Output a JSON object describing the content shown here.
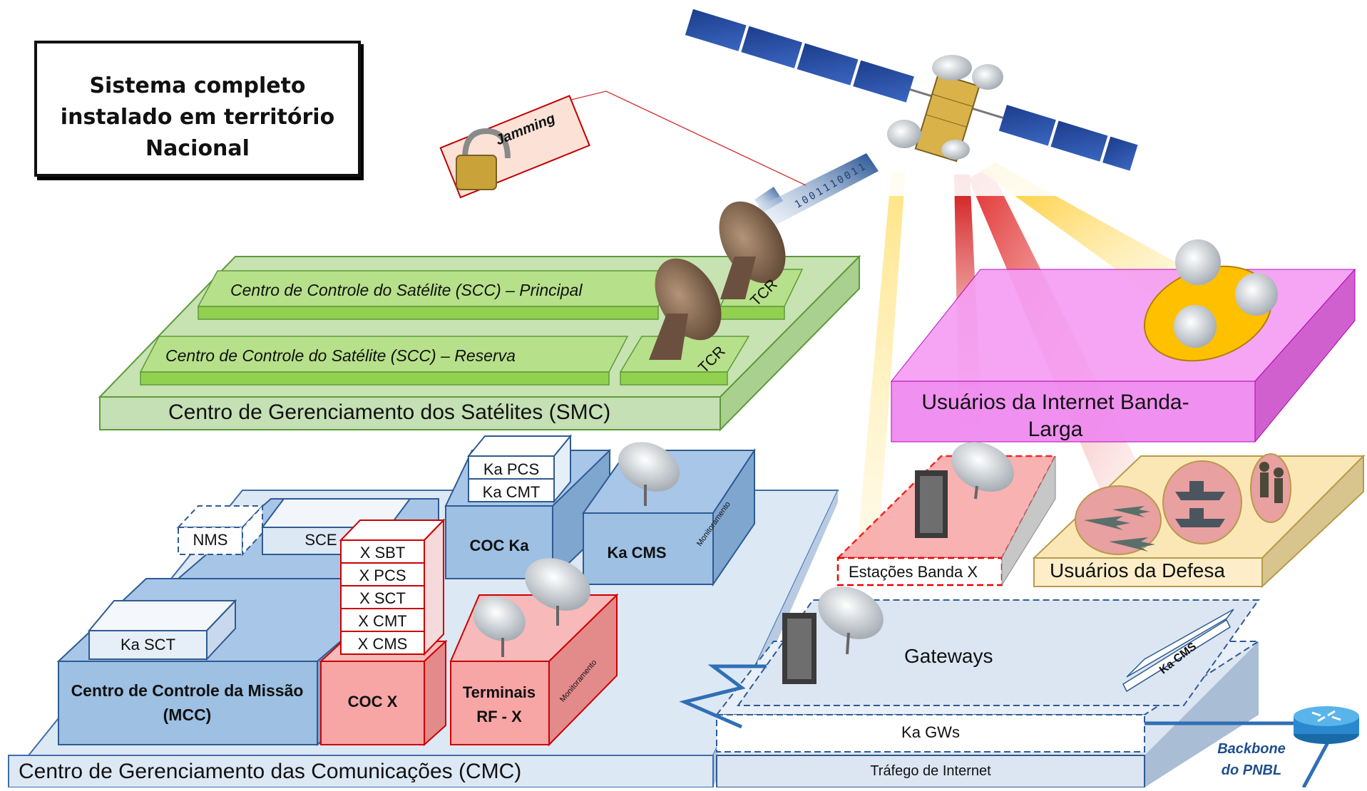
{
  "title": "Sistema completo\ninstalado em território\nNacional",
  "jamming": "Jamming",
  "bits": "1001110011",
  "smc": {
    "label": "Centro de Gerenciamento dos Satélites (SMC)",
    "scc_principal": "Centro de Controle do Satélite (SCC) – Principal",
    "scc_reserva": "Centro de Controle do Satélite (SCC) – Reserva",
    "tcr_1": "TCR",
    "tcr_2": "TCR"
  },
  "cmc": {
    "label": "Centro de Gerenciamento das Comunicações (CMC)",
    "nms": "NMS",
    "sce": "SCE",
    "ka_sct": "Ka SCT",
    "mcc": "Centro de Controle da Missão (MCC)",
    "coc_x": "COC X",
    "x_stack": [
      "X SBT",
      "X PCS",
      "X SCT",
      "X CMT",
      "X CMS"
    ],
    "ka_pcs": "Ka PCS",
    "ka_cmt": "Ka CMT",
    "coc_ka": "COC Ka",
    "ka_cms": "Ka CMS",
    "monitoramento_1": "Monitoramento",
    "terminais": "Terminais RF - X",
    "monitoramento_2": "Monitoramento"
  },
  "users": {
    "internet": "Usuários da Internet Banda-Larga",
    "defesa": "Usuários da Defesa",
    "estacoes": "Estações Banda X"
  },
  "gateways": {
    "label": "Gateways",
    "ka_cms": "Ka CMS",
    "ka_gws": "Ka GWs",
    "trafego": "Tráfego de Internet"
  },
  "backbone": "Backbone do PNBL",
  "colors": {
    "green_top": "#9fd86b",
    "green_front": "#c7e3b1",
    "blue_base": "#dce7f4",
    "blue_mid": "#9dc0e3",
    "red_box": "#f8a5a5",
    "pink": "#f49bf2",
    "beige": "#fbe7b6"
  }
}
